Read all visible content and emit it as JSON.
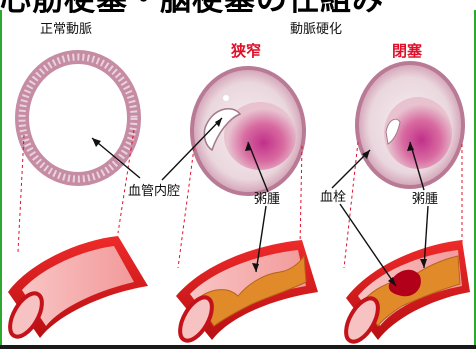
{
  "header_cut_text": "心筋梗塞・脳梗塞の仕組み",
  "labels": {
    "normal_artery": "正常動脈",
    "arteriosclerosis": "動脈硬化",
    "stenosis": "狭窄",
    "occlusion": "閉塞",
    "lumen": "血管内腔",
    "atheroma_1": "粥腫",
    "thrombus": "血栓",
    "atheroma_2": "粥腫"
  },
  "colors": {
    "accent_red": "#e0102a",
    "vessel_red": "#d9141c",
    "vessel_inner": "#f7b5b5",
    "atheroma_orange": "#e08a2a",
    "thrombus_dark_red": "#b3001a",
    "tissue_pink": "#d9a7b8",
    "frame_green": "#2ea82e"
  }
}
